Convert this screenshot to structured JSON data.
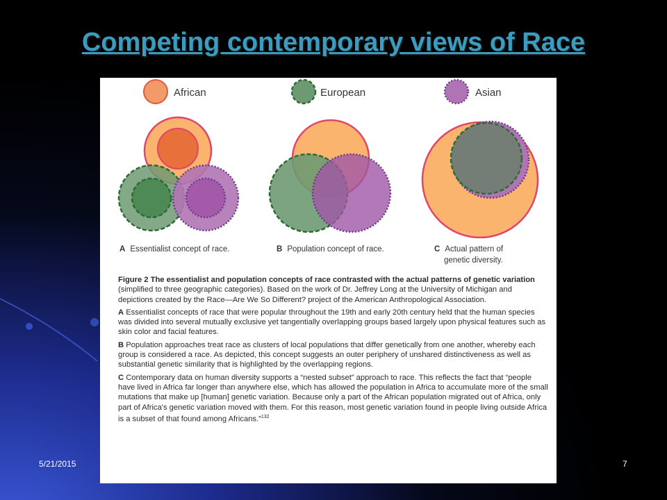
{
  "slide": {
    "title": "Competing contemporary views of Race",
    "date": "5/21/2015",
    "page_number": "7"
  },
  "colors": {
    "african_fill": "#f39a6a",
    "african_stroke": "#e05a3e",
    "african_core": "#e8703a",
    "outer_fill": "#fbb46e",
    "outer_stroke": "#e0456a",
    "european_fill": "#6e9a72",
    "european_stroke": "#2e6a36",
    "asian_fill": "#b074b4",
    "asian_stroke": "#6a3a8a",
    "title_color": "#3c9cc0"
  },
  "legend": [
    {
      "label": "African",
      "icon": "african-circle"
    },
    {
      "label": "European",
      "icon": "european-circle"
    },
    {
      "label": "Asian",
      "icon": "asian-circle"
    }
  ],
  "panels": [
    {
      "letter": "A",
      "label": "Essentialist concept of race."
    },
    {
      "letter": "B",
      "label": "Population concept of race."
    },
    {
      "letter": "C",
      "label_line1": "Actual pattern of",
      "label_line2": "genetic diversity."
    }
  ],
  "caption": {
    "figure_title": "Figure 2   The essentialist and population concepts of race contrasted with the actual patterns of genetic variation",
    "figure_text": "(simplified to three geographic categories). Based on the work of Dr. Jeffrey Long at the University of Michigan and depictions created by the Race—Are We So Different? project of the American Anthropological Association.",
    "a_letter": "A",
    "a_text": "Essentialist concepts of race that were popular throughout the 19th and early 20th century held that the human species was divided into several mutually exclusive yet tangentially overlapping groups based largely upon physical features such as skin color and facial features.",
    "b_letter": "B",
    "b_text": "Population approaches treat race as clusters of local populations that differ genetically from one another, whereby each group is considered a race. As depicted, this concept suggests an outer periphery of unshared distinctiveness as well as substantial genetic similarity that is highlighted by the overlapping regions.",
    "c_letter": "C",
    "c_text": "Contemporary data on human diversity supports a “nested subset” approach to race. This reflects the fact that “people have lived in Africa far longer than anywhere else, which has allowed the population in Africa to accumulate more of the small mutations that make up [human] genetic variation. Because only a part of the African population migrated out of Africa, only part of Africa's genetic variation moved with them. For this reason, most genetic variation found in people living outside Africa is a subset of that found among Africans.”",
    "c_footnote": "132"
  }
}
